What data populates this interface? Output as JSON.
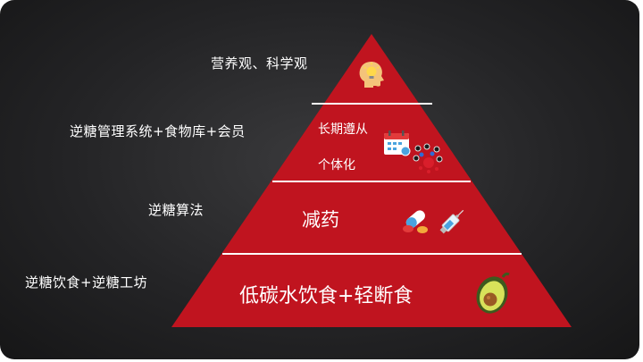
{
  "left_labels": {
    "level1": "营养观、科学观",
    "level2": "逆糖管理系统+食物库+会员",
    "level3": "逆糖算法",
    "level4": "逆糖饮食+逆糖工坊"
  },
  "pyramid": {
    "tier2_line1": "长期遵从",
    "tier2_line2": "个体化",
    "tier3": "减药",
    "tier4": "低碳水饮食+轻断食"
  },
  "icons": {
    "tier1": "head-lightbulb-icon",
    "tier2_calendar": "calendar-icon",
    "tier2_network": "network-dots-icon",
    "tier3_pills": "pills-icon",
    "tier3_syringe": "syringe-icon",
    "tier4": "avocado-icon"
  },
  "colors": {
    "pyramid_red": "#c0141f",
    "divider": "#ffffff",
    "background": "#2a2a2c"
  }
}
